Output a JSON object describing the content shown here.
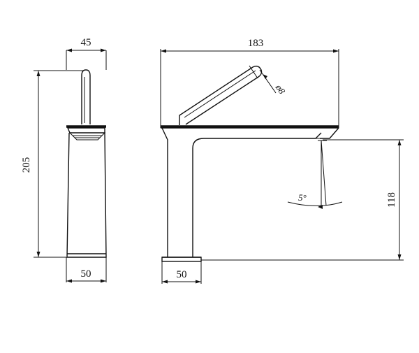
{
  "drawing": {
    "type": "technical drawing",
    "units": "mm",
    "side_view": {
      "width_top": "45",
      "height_total": "205",
      "base_width": "50"
    },
    "front_view": {
      "overall_length": "183",
      "handle_diameter": "ø8",
      "spout_height": "118",
      "base_width": "50",
      "angle": "5°"
    }
  }
}
